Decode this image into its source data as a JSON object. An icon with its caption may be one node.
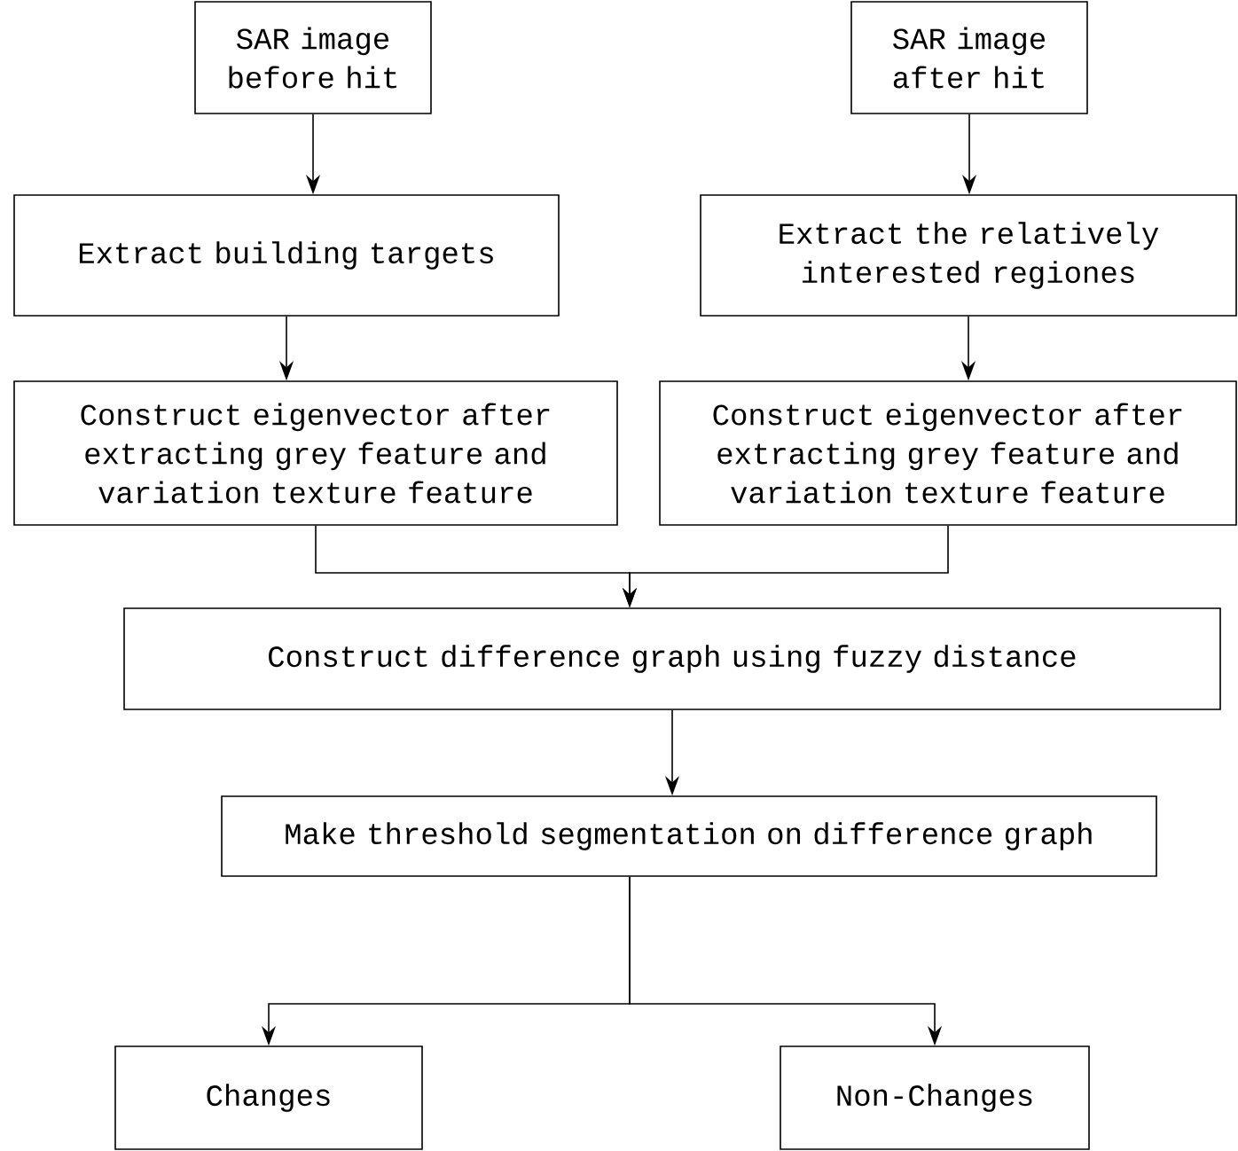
{
  "diagram": {
    "nodes": [
      {
        "text": [
          "SAR image before hit"
        ]
      },
      {
        "text": [
          "SAR image after hit"
        ]
      },
      {
        "text": [
          "Extract building targets"
        ]
      },
      {
        "text": [
          "Extract the relatively interested regiones"
        ]
      },
      {
        "text": [
          "Construct eigenvector after extracting grey feature and variation texture feature"
        ]
      },
      {
        "text": [
          "Construct eigenvector after extracting grey feature and variation texture feature"
        ]
      },
      {
        "text": [
          "Construct difference graph using fuzzy distance"
        ]
      },
      {
        "text": [
          "Make threshold segmentation on difference graph"
        ]
      },
      {
        "text": [
          "Changes"
        ]
      },
      {
        "text": [
          "Non-Changes"
        ]
      }
    ],
    "edges": [
      {
        "from": 0,
        "to": 2,
        "arrow": "to"
      },
      {
        "from": 1,
        "to": 3,
        "arrow": "to"
      },
      {
        "from": 2,
        "to": 4,
        "arrow": "to"
      },
      {
        "from": 3,
        "to": 5,
        "arrow": "to"
      },
      {
        "from": 4,
        "to": 6,
        "arrow": "to"
      },
      {
        "from": 5,
        "to": 6,
        "arrow": "to"
      },
      {
        "from": 6,
        "to": 7,
        "arrow": "to"
      },
      {
        "from": 7,
        "to": 8,
        "arrow": "to"
      },
      {
        "from": 7,
        "to": 9,
        "arrow": "to"
      }
    ]
  }
}
